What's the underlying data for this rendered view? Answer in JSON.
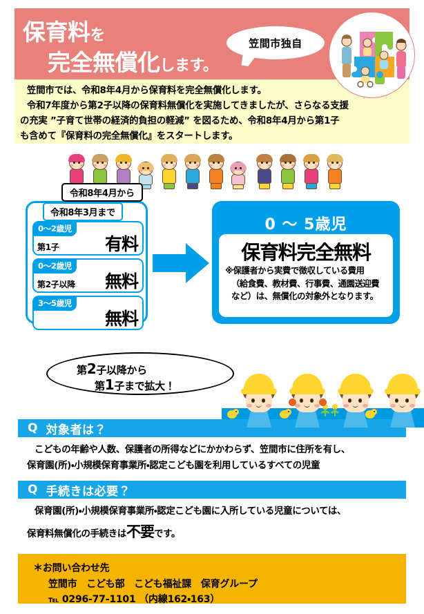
{
  "header": {
    "title_line1_main": "保育料",
    "title_line1_suffix": "を",
    "title_line2_main": "完全無償化",
    "title_line2_suffix": "します。",
    "callout_label": "笠間市独自",
    "logo_name": "family-puzzle-logo",
    "band_color": "#e8817b"
  },
  "intro": {
    "line1": "笠間市では、令和8年4月から保育料を完全無償化します。",
    "line2": "令和7年度から第2子以降の保育料無償化を実施してきましたが、さらなる支援",
    "line3": "の充実 ”子育て世帯の経済的負担の軽減” を図るため、令和8年4月から第1子",
    "line4": "も含めて『保育料の完全無償化』をスタートします。",
    "background_color": "#fcfcc8"
  },
  "comparison": {
    "before": {
      "date_label": "令和8年3月まで",
      "rows": [
        {
          "age": "0～2歳児",
          "ordinal": "第1子",
          "price": "有料"
        },
        {
          "age": "0～2歳児",
          "ordinal": "第2子以降",
          "price": "無料"
        },
        {
          "age": "3～5歳児",
          "ordinal": "",
          "price": "無料"
        }
      ]
    },
    "arrow_name": "right-arrow",
    "after": {
      "date_label": "令和8年4月から",
      "age_range": "0 ～ 5歳児",
      "headline": "保育料完全無料",
      "note_line1": "※保護者から実費で徴収している費用",
      "note_line2": "（給食費、教材費、行事費、通園送迎費",
      "note_line3": "など）は、無償化の対象外となります。",
      "accent_color": "#00a0e9"
    }
  },
  "expansion_bubble": {
    "line1_pre": "第",
    "line1_num": "2",
    "line1_post": "子以降から",
    "line2_pre": "第",
    "line2_num": "1",
    "line2_post": "子まで拡大！"
  },
  "faq": [
    {
      "q_marker": "Q",
      "question": "対象者は？",
      "answer_line1": "こどもの年齢や人数、保護者の所得などにかかわらず、笠間市に住所を有し、",
      "answer_line2": "保育園(所)・小規模保育事業所・認定こども園を利用しているすべての児童"
    },
    {
      "q_marker": "Q",
      "question": "手続きは必要？",
      "answer_line1": "保育園(所)・小規模保育事業所・認定こども園に入所している児童については、",
      "answer_line2_pre": "保育料無償化の手続きは",
      "answer_line2_emph": "不要",
      "answer_line2_post": "です。"
    }
  ],
  "contact": {
    "heading": "＊お問い合わせ先",
    "line2": "笠間市　こども部　こども福祉課　保育グループ",
    "tel_label": "℡",
    "tel_value": "0296-77-1101 （内線162・163）",
    "background_color": "#f5b400"
  },
  "illustrations": {
    "kids_strip_name": "children-row-illustration",
    "kindergarten_name": "kindergarten-children-illustration"
  }
}
